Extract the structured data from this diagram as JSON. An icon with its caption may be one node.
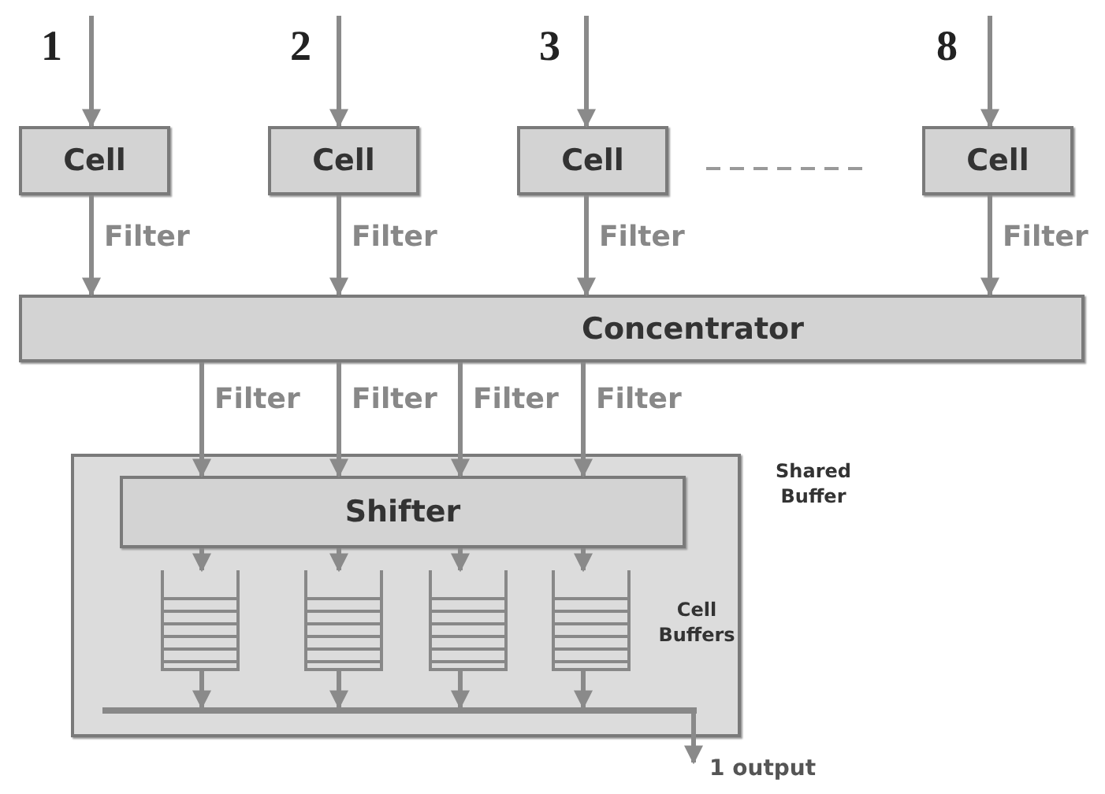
{
  "diagram": {
    "nodes": [
      {
        "text": [
          "Cell"
        ]
      },
      {
        "text": [
          "Cell"
        ]
      },
      {
        "text": [
          "Cell"
        ]
      },
      {
        "text": [
          "Cell"
        ]
      },
      {
        "text": [
          "Concentrator"
        ]
      },
      {
        "text": [
          "Shared Buffer"
        ]
      },
      {
        "text": [
          "Shifter"
        ],
        "in": 5
      },
      {
        "text": [],
        "shape": "box",
        "in": 5
      },
      {
        "text": [],
        "shape": "box",
        "in": 5
      },
      {
        "text": [],
        "shape": "box",
        "in": 5
      },
      {
        "text": [],
        "shape": "box",
        "in": 5
      },
      {
        "text": [],
        "shape": "bar",
        "in": 5
      }
    ],
    "edges": [
      {
        "from": null,
        "to": 0,
        "arrow": "to"
      },
      {
        "from": null,
        "to": 1,
        "arrow": "to"
      },
      {
        "from": null,
        "to": 2,
        "arrow": "to"
      },
      {
        "from": null,
        "to": 3,
        "arrow": "to"
      },
      {
        "from": 0,
        "to": 4,
        "arrow": "to",
        "label": "Filter"
      },
      {
        "from": 1,
        "to": 4,
        "arrow": "to",
        "label": "Filter"
      },
      {
        "from": 2,
        "to": 4,
        "arrow": "to",
        "label": "Filter"
      },
      {
        "from": 3,
        "to": 4,
        "arrow": "to",
        "label": "Filter"
      },
      {
        "from": 4,
        "to": 6,
        "arrow": "to",
        "label": "Filter"
      },
      {
        "from": 4,
        "to": 6,
        "arrow": "to",
        "label": "Filter"
      },
      {
        "from": 4,
        "to": 6,
        "arrow": "to",
        "label": "Filter"
      },
      {
        "from": 4,
        "to": 6,
        "arrow": "to",
        "label": "Filter"
      },
      {
        "from": 6,
        "to": 7,
        "arrow": "to"
      },
      {
        "from": 6,
        "to": 8,
        "arrow": "to"
      },
      {
        "from": 6,
        "to": 9,
        "arrow": "to"
      },
      {
        "from": 6,
        "to": 10,
        "arrow": "to"
      },
      {
        "from": 7,
        "to": 11,
        "arrow": "to"
      },
      {
        "from": 8,
        "to": 11,
        "arrow": "to"
      },
      {
        "from": 9,
        "to": 11,
        "arrow": "to"
      },
      {
        "from": 10,
        "to": 11,
        "arrow": "to"
      },
      {
        "from": 11,
        "to": null,
        "arrow": "to",
        "label": "1 output"
      }
    ],
    "labels": [
      "1",
      "2",
      "3",
      "8",
      "Cell Buffers"
    ]
  }
}
